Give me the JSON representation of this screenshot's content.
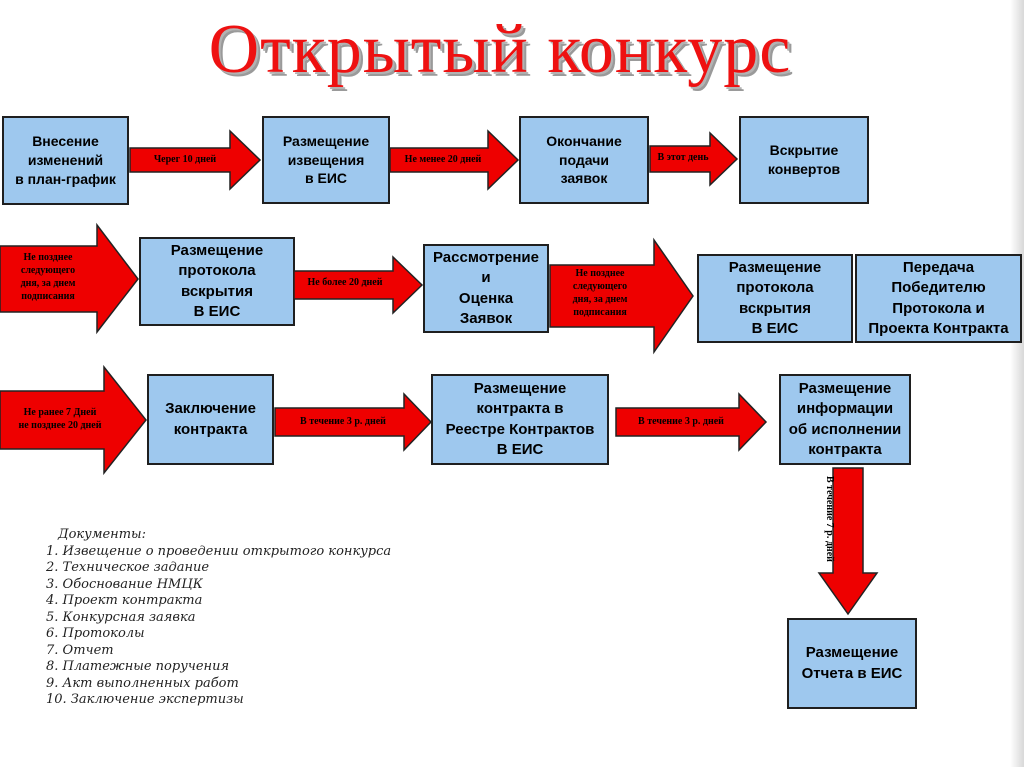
{
  "title": "Открытый конкурс",
  "colors": {
    "title": "#ee1111",
    "box_fill": "#9ec8ee",
    "box_border": "#1f1f1f",
    "arrow_fill": "#ee0000",
    "arrow_stroke": "#222222"
  },
  "boxes": {
    "plan_changes": "Внесение\nизменений\nв план-график",
    "notice_eis": "Размещение\nизвещения\nв ЕИС",
    "deadline": "Окончание\nподачи\nзаявок",
    "opening": "Вскрытие\nконвертов",
    "opening_protocol_1": "Размещение\nпротокола\nвскрытия\nВ ЕИС",
    "review": "Рассмотрение\nи\nОценка\nЗаявок",
    "opening_protocol_2": "Размещение\nпротокола\nвскрытия\nВ ЕИС",
    "transfer": "Передача\nПобедителю\nПротокола и\nПроекта Контракта",
    "conclusion": "Заключение\nконтракта",
    "registry": "Размещение\nконтракта в\nРеестре Контрактов\nВ ЕИС",
    "execution": "Размещение\nинформации\nоб исполнении\nконтракта",
    "report": "Размещение\nОтчета в ЕИС"
  },
  "arrows": {
    "a1": "Черег 10 дней",
    "a2": "Не менее 20 дней",
    "a3": "В этот день",
    "a4": "Не позднее\nследующего\nдня, за днем\nподписания",
    "a5": "Не более 20 дней",
    "a6": "Не позднее\nследующего\nдня, за днем\nподписания",
    "a7": "Не ранее 7  Дней\nне позднее 20 дней",
    "a8": "В течение 3 р. дней",
    "a9": "В течение 3 р. дней",
    "a10": "В течение 7 р. дней"
  },
  "documents": {
    "heading": "Документы:",
    "items": [
      "1. Извещение о проведении открытого конкурса",
      "2. Техническое задание",
      "3. Обоснование НМЦК",
      "4. Проект контракта",
      "5. Конкурсная заявка",
      "6. Протоколы",
      "7. Отчет",
      "8. Платежные поручения",
      "9. Акт выполненных работ",
      "10. Заключение экспертизы"
    ]
  }
}
